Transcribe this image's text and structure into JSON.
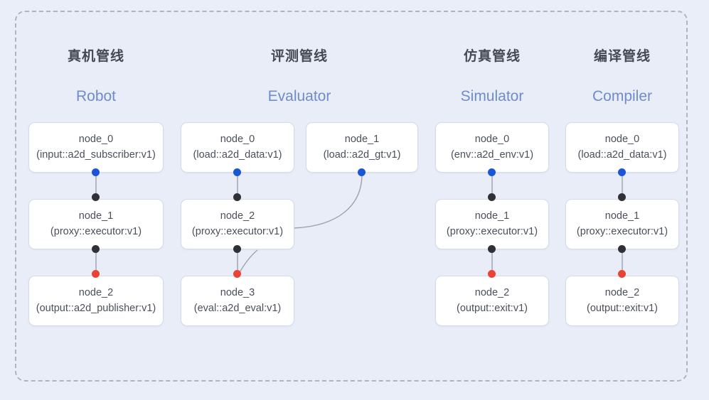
{
  "diagram": {
    "title_hidden": "",
    "background_color": "#e9eef8",
    "frame_border_color": "#aeb4c2",
    "port_colors": {
      "output_blue": "#1a56d6",
      "link_black": "#2f3136",
      "input_red": "#ea4335"
    }
  },
  "columns": [
    {
      "title_cn": "真机管线",
      "title_en": "Robot",
      "nodes": [
        {
          "name": "node_0",
          "type": "(input::a2d_subscriber:v1)"
        },
        {
          "name": "node_1",
          "type": "(proxy::executor:v1)"
        },
        {
          "name": "node_2",
          "type": "(output::a2d_publisher:v1)"
        }
      ]
    },
    {
      "title_cn": "评测管线",
      "title_en": "Evaluator",
      "nodes": [
        {
          "name": "node_0",
          "type": "(load::a2d_data:v1)"
        },
        {
          "name": "node_1",
          "type": "(load::a2d_gt:v1)"
        },
        {
          "name": "node_2",
          "type": "(proxy::executor:v1)"
        },
        {
          "name": "node_3",
          "type": "(eval::a2d_eval:v1)"
        }
      ]
    },
    {
      "title_cn": "仿真管线",
      "title_en": "Simulator",
      "nodes": [
        {
          "name": "node_0",
          "type": "(env::a2d_env:v1)"
        },
        {
          "name": "node_1",
          "type": "(proxy::executor:v1)"
        },
        {
          "name": "node_2",
          "type": "(output::exit:v1)"
        }
      ]
    },
    {
      "title_cn": "编译管线",
      "title_en": "Compiler",
      "nodes": [
        {
          "name": "node_0",
          "type": "(load::a2d_data:v1)"
        },
        {
          "name": "node_1",
          "type": "(proxy::executor:v1)"
        },
        {
          "name": "node_2",
          "type": "(output::exit:v1)"
        }
      ]
    }
  ]
}
